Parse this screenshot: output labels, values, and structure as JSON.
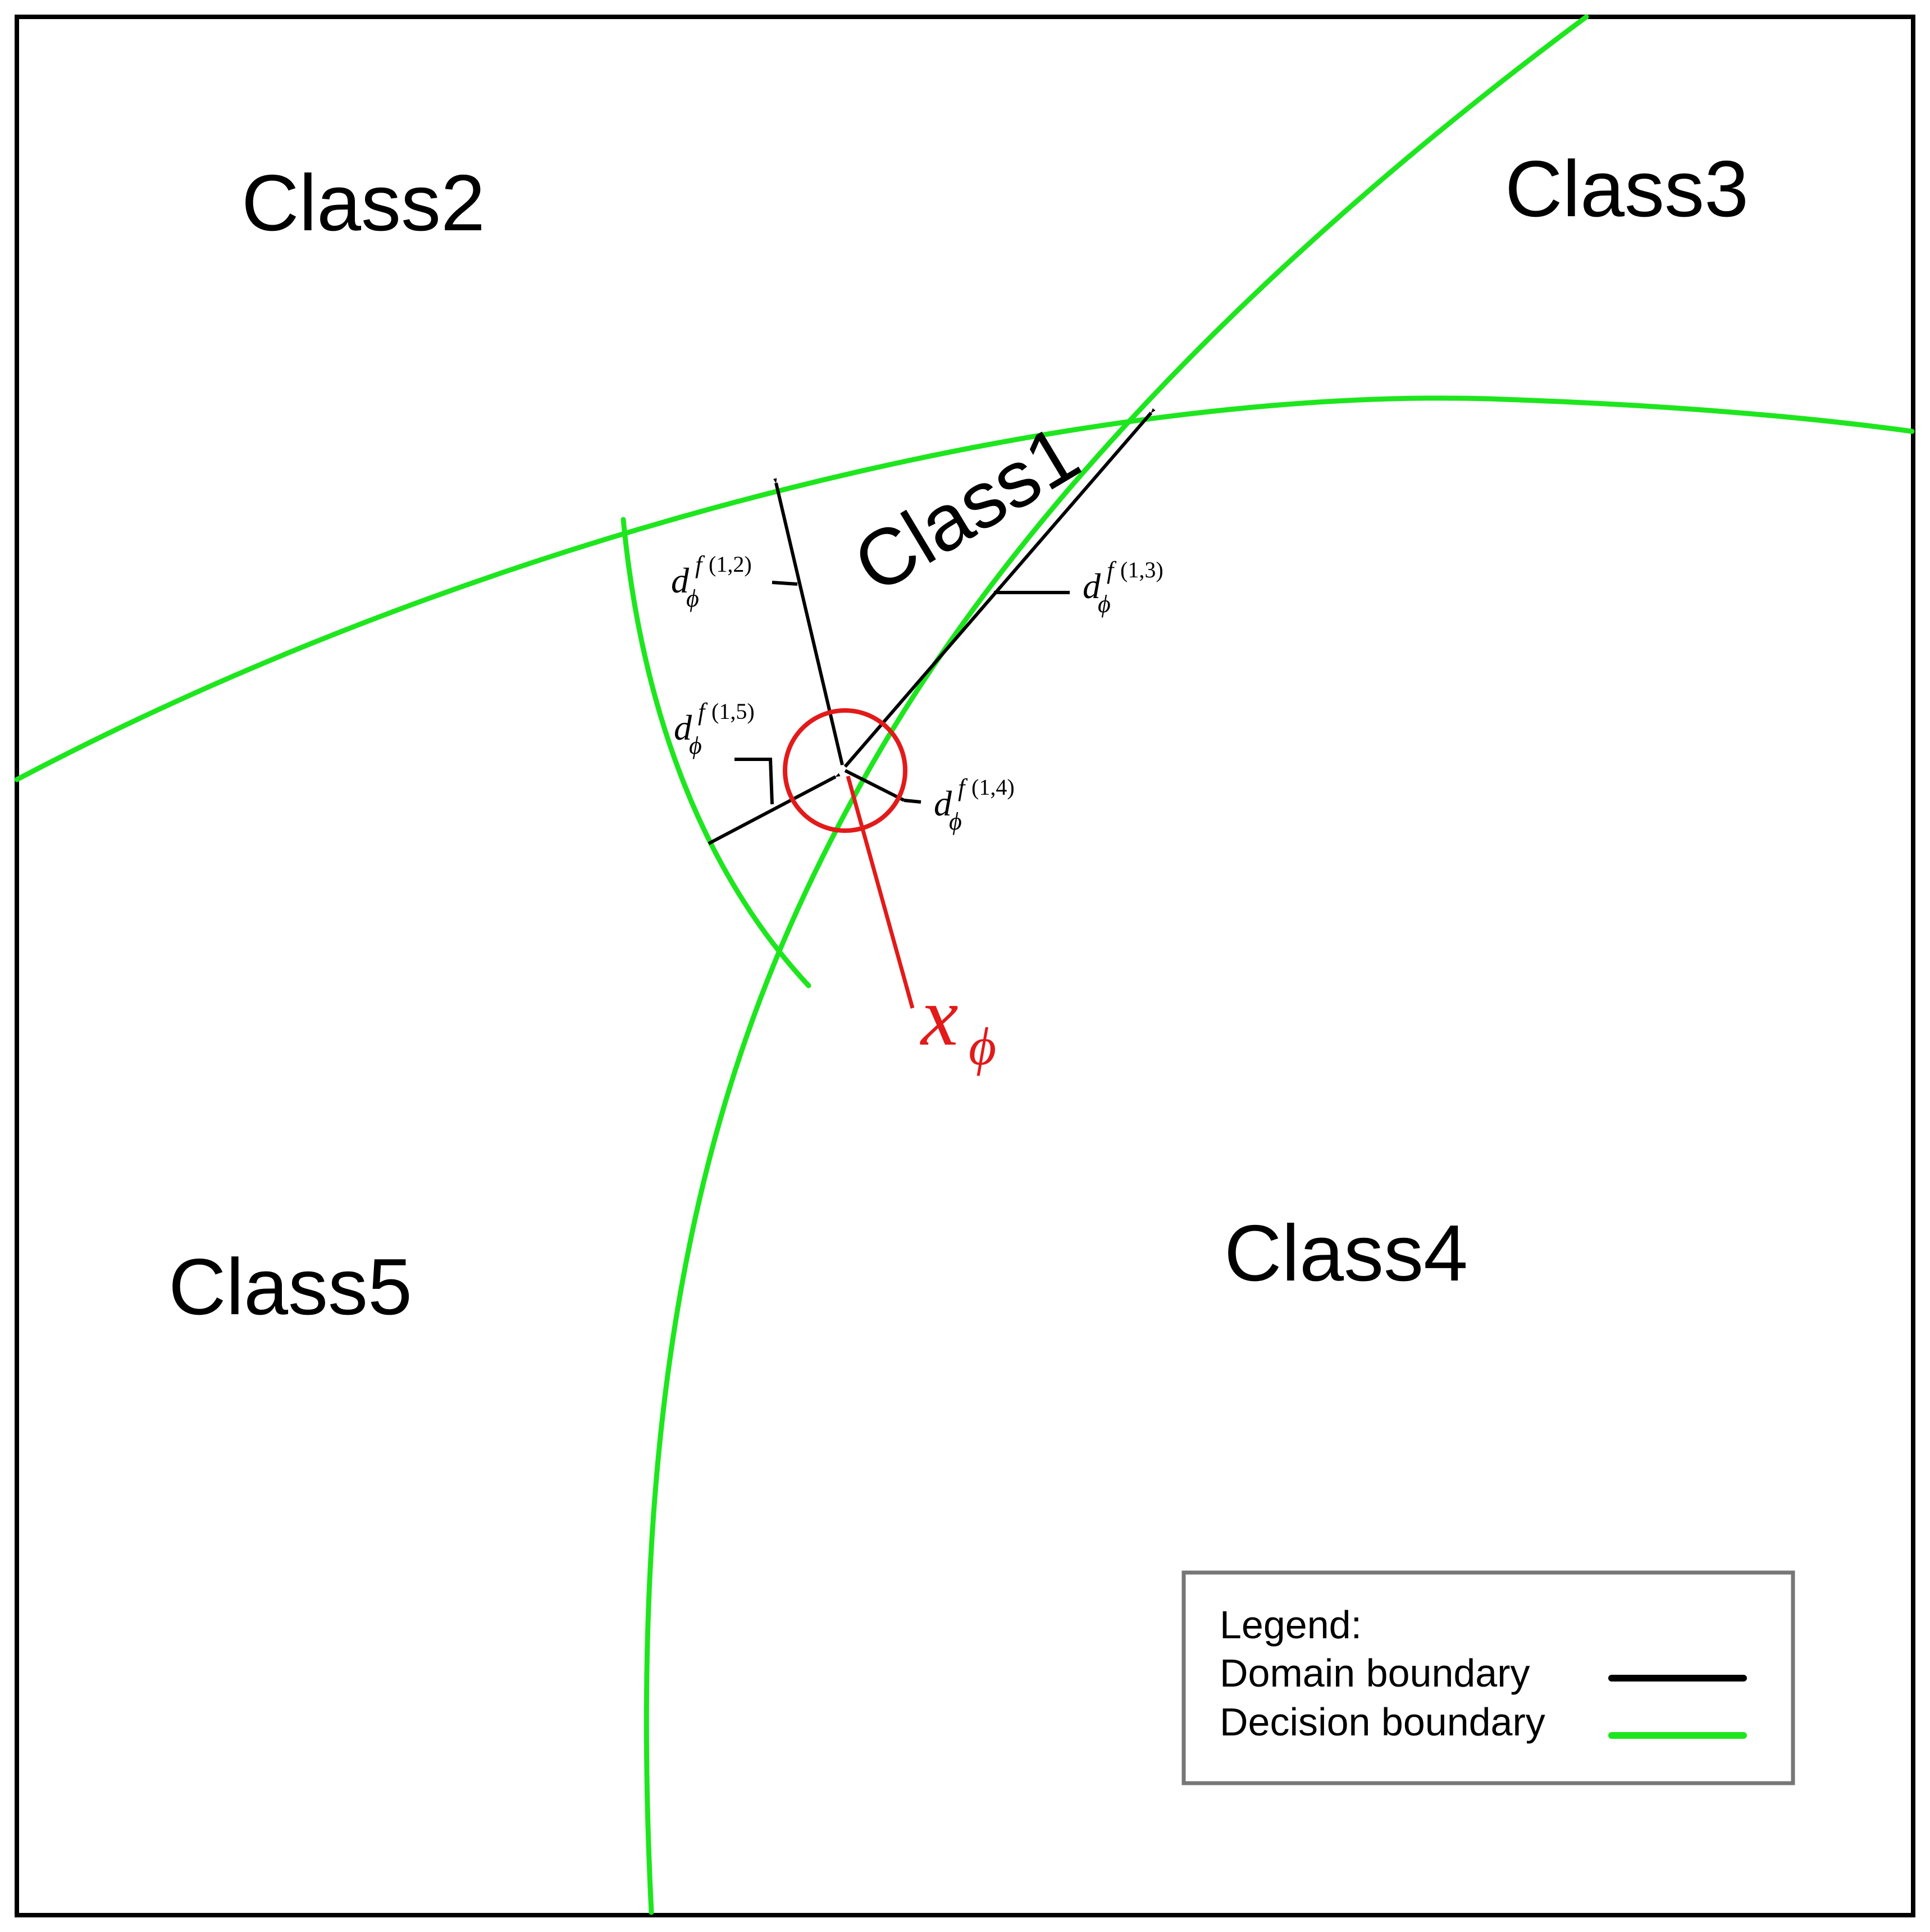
{
  "classes": {
    "class1": "Class1",
    "class2": "Class2",
    "class3": "Class3",
    "class4": "Class4",
    "class5": "Class5"
  },
  "distances": [
    {
      "base": "d",
      "sub": "ϕ",
      "sup_f": "f",
      "sup_pair": "(1,2)"
    },
    {
      "base": "d",
      "sub": "ϕ",
      "sup_f": "f",
      "sup_pair": "(1,3)"
    },
    {
      "base": "d",
      "sub": "ϕ",
      "sup_f": "f",
      "sup_pair": "(1,4)"
    },
    {
      "base": "d",
      "sub": "ϕ",
      "sup_f": "f",
      "sup_pair": "(1,5)"
    }
  ],
  "point": {
    "base": "x",
    "sub": "ϕ"
  },
  "legend": {
    "title": "Legend:",
    "items": [
      {
        "label": "Domain boundary",
        "color": "#000000"
      },
      {
        "label": "Decision boundary",
        "color": "#1ee61e"
      }
    ]
  },
  "colors": {
    "decision": "#1ee61e",
    "domain": "#000000",
    "point": "#e21a1a",
    "legend_border": "#777777"
  }
}
